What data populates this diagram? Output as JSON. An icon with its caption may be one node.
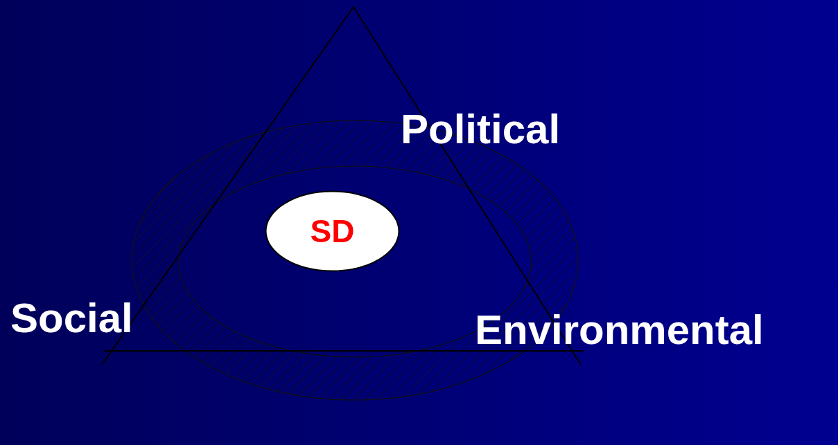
{
  "diagram": {
    "nodes": [
      {
        "text": [
          "SD"
        ]
      }
    ],
    "edges": [],
    "labels": [
      "Political",
      "Social",
      "Environmental"
    ]
  }
}
